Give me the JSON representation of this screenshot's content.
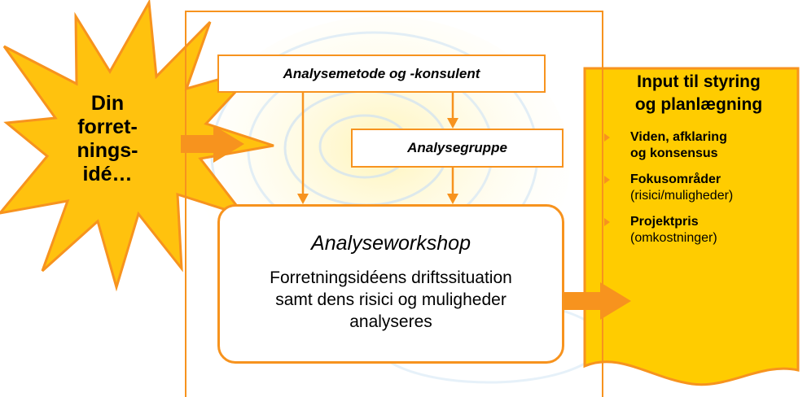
{
  "colors": {
    "accent": "#F7931E",
    "burst": "#FFC20E",
    "panel": "#FFCC00"
  },
  "idea": {
    "label": "Din forret-nings-idé…",
    "lines": [
      "Din",
      "forret-",
      "nings-",
      "idé…"
    ]
  },
  "boxes": {
    "metode": "Analysemetode og -konsulent",
    "gruppe": "Analysegruppe"
  },
  "workshop": {
    "title": "Analyseworkshop",
    "body_lines": [
      "Forretningsidéens driftssituation",
      "samt dens risici og muligheder",
      "analyseres"
    ]
  },
  "output": {
    "title_lines": [
      "Input til styring",
      "og planlægning"
    ],
    "items": [
      {
        "lines": [
          "Viden, afklaring",
          "og konsensus"
        ],
        "note": ""
      },
      {
        "lines": [
          "Fokusområder"
        ],
        "note": "(risici/muligheder)"
      },
      {
        "lines": [
          "Projektpris"
        ],
        "note": "(omkostninger)"
      }
    ]
  }
}
